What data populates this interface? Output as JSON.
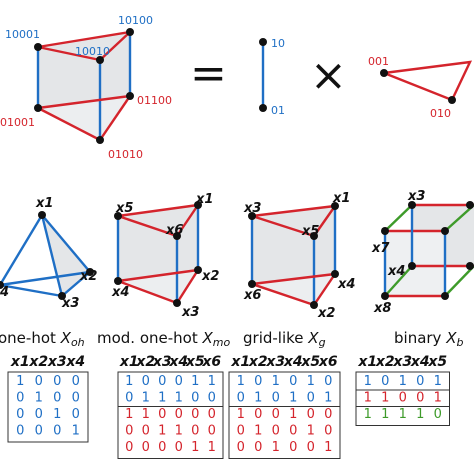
{
  "top": {
    "prism_labels": [
      "10001",
      "10100",
      "10010",
      "01001",
      "01100",
      "01010"
    ],
    "line_labels": [
      "10",
      "01"
    ],
    "triangle_labels": [
      "001",
      "010"
    ],
    "equals": "=",
    "times": "×"
  },
  "panels": [
    {
      "caption_main": "one-hot ",
      "caption_var": "X",
      "caption_sub": "oh",
      "vars": [
        "x1",
        "x2",
        "x3",
        "x4"
      ],
      "node_labels": [
        "x1",
        "x2",
        "x3",
        "4"
      ],
      "matrix": {
        "rows": [
          [
            "1",
            "0",
            "0",
            "0"
          ],
          [
            "0",
            "1",
            "0",
            "0"
          ],
          [
            "0",
            "0",
            "1",
            "0"
          ],
          [
            "0",
            "0",
            "0",
            "1"
          ]
        ],
        "row_colors": [
          "blue",
          "blue",
          "blue",
          "blue"
        ]
      }
    },
    {
      "caption_main": "mod. one-hot ",
      "caption_var": "X",
      "caption_sub": "mo",
      "vars": [
        "x1",
        "x2",
        "x3",
        "x4",
        "x5",
        "x6"
      ],
      "node_labels": [
        "x1",
        "x2",
        "x3",
        "x4",
        "x5",
        "x6"
      ],
      "matrix": {
        "rows": [
          [
            "1",
            "0",
            "0",
            "0",
            "1",
            "1"
          ],
          [
            "0",
            "1",
            "1",
            "1",
            "0",
            "0"
          ],
          [
            "1",
            "1",
            "0",
            "0",
            "0",
            "0"
          ],
          [
            "0",
            "0",
            "1",
            "1",
            "0",
            "0"
          ],
          [
            "0",
            "0",
            "0",
            "0",
            "1",
            "1"
          ]
        ],
        "row_colors": [
          "blue",
          "blue",
          "red",
          "red",
          "red"
        ]
      }
    },
    {
      "caption_main": "grid-like ",
      "caption_var": "X",
      "caption_sub": "g",
      "vars": [
        "x1",
        "x2",
        "x3",
        "x4",
        "x5",
        "x6"
      ],
      "node_labels": [
        "x1",
        "x2",
        "x3",
        "x4",
        "x5",
        "x6"
      ],
      "matrix": {
        "rows": [
          [
            "1",
            "0",
            "1",
            "0",
            "1",
            "0"
          ],
          [
            "0",
            "1",
            "0",
            "1",
            "0",
            "1"
          ],
          [
            "1",
            "0",
            "0",
            "1",
            "0",
            "0"
          ],
          [
            "0",
            "1",
            "0",
            "0",
            "1",
            "0"
          ],
          [
            "0",
            "0",
            "1",
            "0",
            "0",
            "1"
          ]
        ],
        "row_colors": [
          "blue",
          "blue",
          "red",
          "red",
          "red"
        ]
      }
    },
    {
      "caption_main": "binary ",
      "caption_var": "X",
      "caption_sub": "b",
      "vars": [
        "x1",
        "x2",
        "x3",
        "x4",
        "x5"
      ],
      "node_labels": [
        "x3",
        "x7",
        "x4",
        "x8"
      ],
      "matrix": {
        "rows": [
          [
            "1",
            "0",
            "1",
            "0",
            "1"
          ],
          [
            "1",
            "1",
            "0",
            "0",
            "1"
          ],
          [
            "1",
            "1",
            "1",
            "1",
            "0"
          ]
        ],
        "row_colors": [
          "blue",
          "red",
          "green"
        ]
      }
    }
  ],
  "colors": {
    "blue": "#1f6fc5",
    "red": "#d4242c",
    "green": "#3e9b2a",
    "node": "#111111",
    "face": "#e4e6e8"
  }
}
